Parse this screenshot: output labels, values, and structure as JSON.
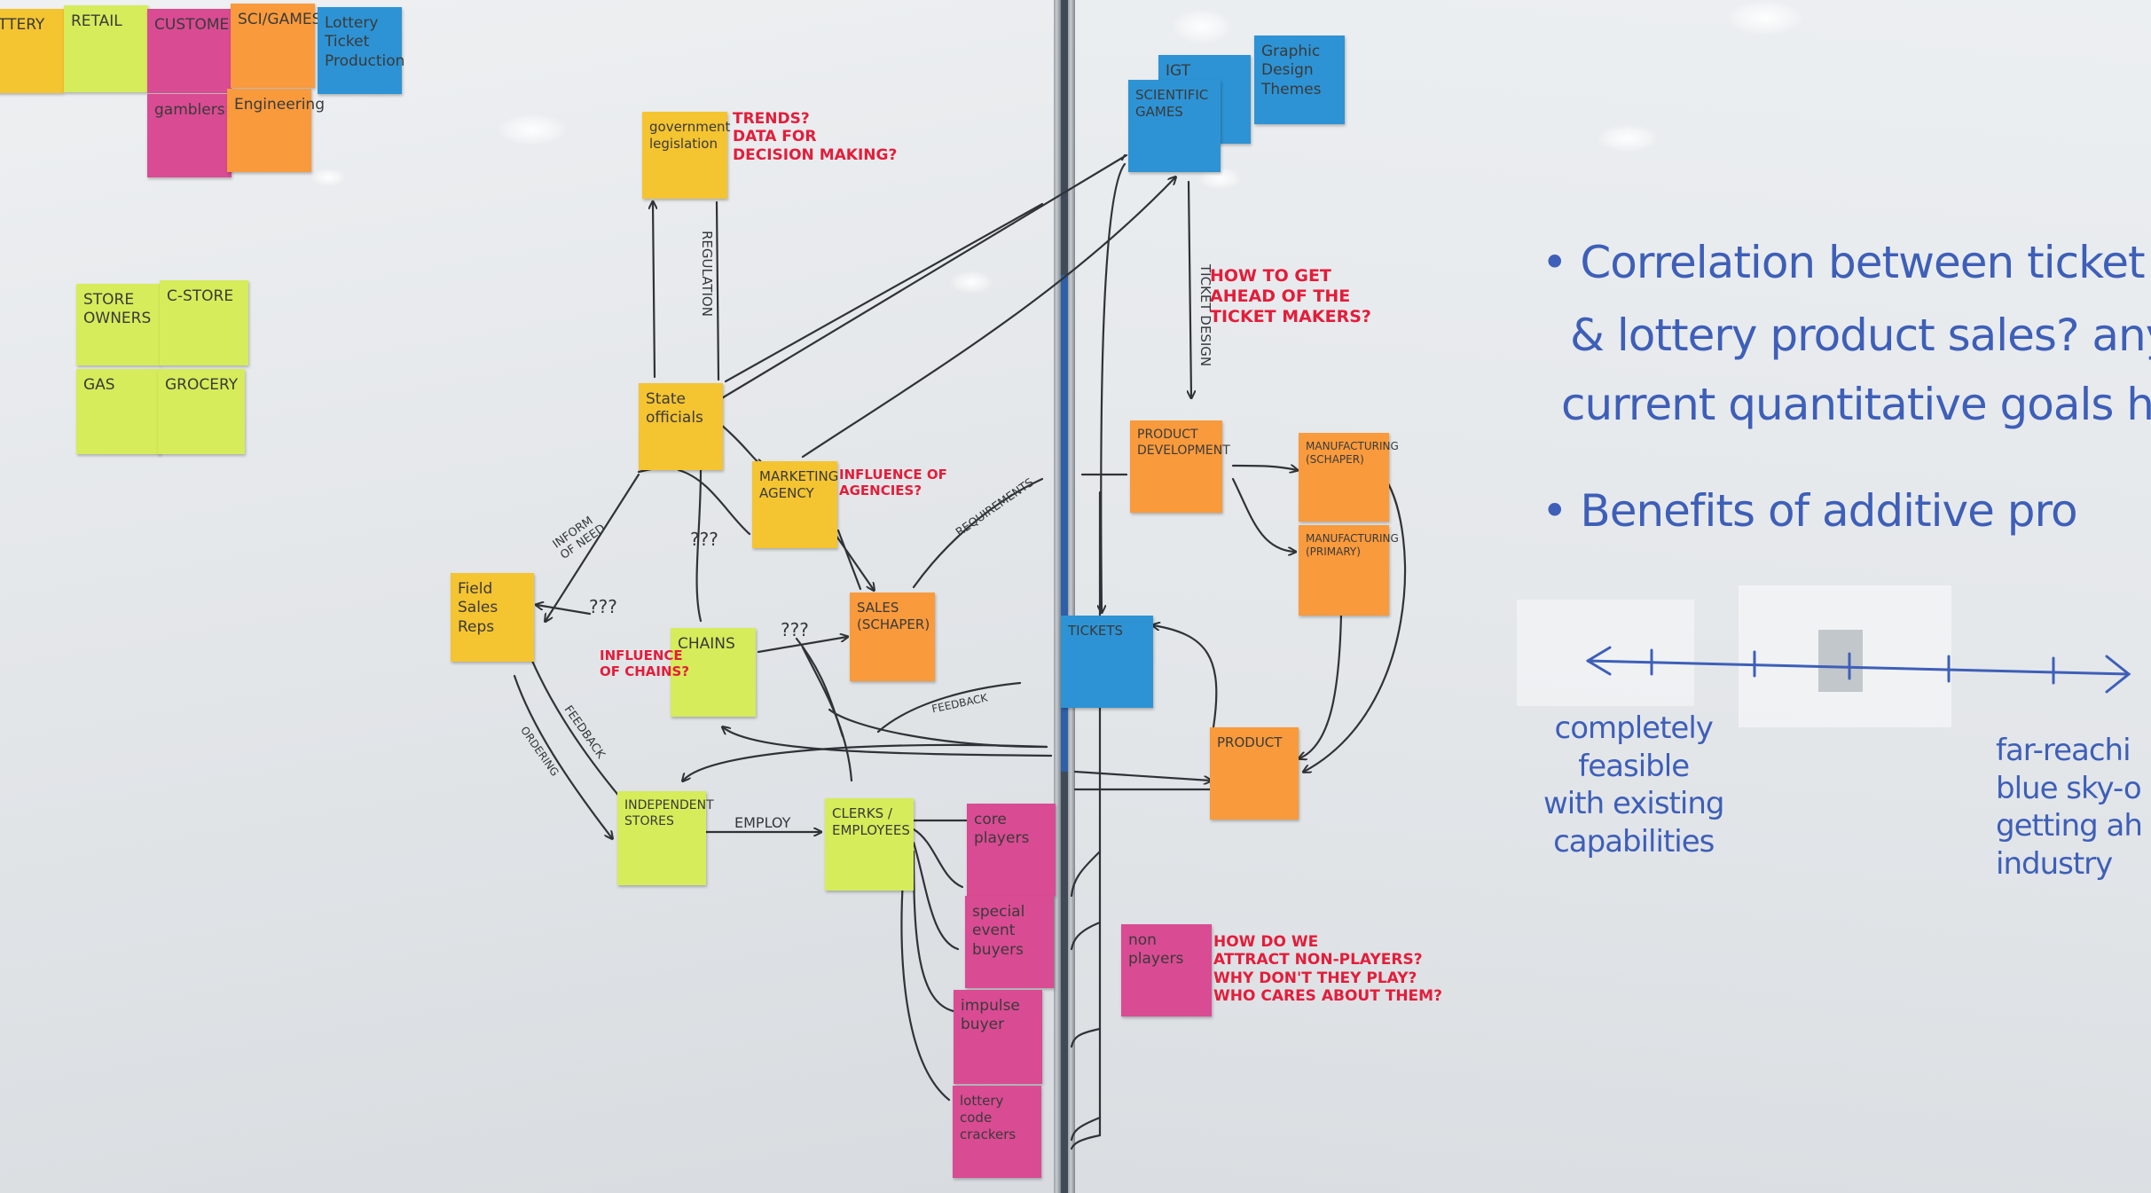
{
  "colors": {
    "yellow": "#f4c431",
    "green": "#d6ec5a",
    "orange": "#f99a3c",
    "pink": "#d94b93",
    "blue": "#2d93d4",
    "red_marker": "#e31d3a",
    "blue_marker": "#3e5fb8",
    "black_marker": "#33373c"
  },
  "top_notes": {
    "lottery": "TTERY",
    "retail": "RETAIL",
    "customers": "CUSTOMERS",
    "scientific": "SCI/GAMES",
    "ticket_production": "Lottery\nTicket\nProduction",
    "gamblers": "gamblers",
    "engineering": "Engineering"
  },
  "store_notes": {
    "store_owners": "STORE\nOWNERS",
    "c_store": "C-STORE",
    "gas": "GAS",
    "grocery": "GROCERY"
  },
  "map_notes": {
    "government": "government\nlegislation",
    "state_officials": "State\nofficials",
    "marketing": "MARKETING\nAGENCY",
    "field_reps": "Field\nSales\nReps",
    "chains": "CHAINS",
    "sales": "SALES\n(SCHAPER)",
    "independent": "INDEPENDENT\nSTORES",
    "clerks": "CLERKS /\nEMPLOYEES",
    "core_players": "core\nplayers",
    "special_event": "special\nevent\nbuyers",
    "impulse": "impulse\nbuyer",
    "lottery_code": "lottery\ncode\ncrackers",
    "igt": "IGT",
    "scientific_games": "SCIENTIFIC\nGAMES",
    "graphic_design": "Graphic\nDesign\nThemes",
    "product_dev": "PRODUCT\nDEVELOPMENT",
    "manufacturing_1": "MANUFACTURING\n(SCHAPER)",
    "manufacturing_2": "MANUFACTURING\n(PRIMARY)",
    "tickets": "TICKETS",
    "product": "PRODUCT",
    "non_players": "non\nplayers"
  },
  "red_notes": {
    "trends": "TRENDS?\nDATA FOR\nDECISION MAKING?",
    "influence_agencies": "INFLUENCE OF\nAGENCIES?",
    "influence_chains": "INFLUENCE\nOF CHAINS?",
    "how_to_get": "HOW TO GET\nAHEAD OF THE\nTICKET MAKERS?",
    "how_do_we": "HOW DO WE\nATTRACT NON-PLAYERS?\nWHY DON'T THEY PLAY?\nWHO CARES ABOUT THEM?"
  },
  "edge_labels": {
    "regulation": "REGULATION",
    "ticket_design": "TICKET DESIGN",
    "qqq1": "???",
    "qqq2": "???",
    "qqq3": "???",
    "inform": "INFORM\nOF NEED",
    "requirements": "REQUIREMENTS",
    "feedback": "FEEDBACK",
    "employ": "EMPLOY",
    "ordering": "ORDERING",
    "feedback2": "FEEDBACK"
  },
  "whiteboard_text": {
    "bullet1_line1": "• Correlation between ticket s",
    "bullet1_line2": "& lottery product sales? any",
    "bullet1_line3": "current quantitative goals h",
    "bullet2": "• Benefits of additive pro",
    "left_label": "completely\nfeasible\nwith existing\ncapabilities",
    "right_label": "far-reachi\nblue sky-o\ngetting ah\nindustry"
  }
}
